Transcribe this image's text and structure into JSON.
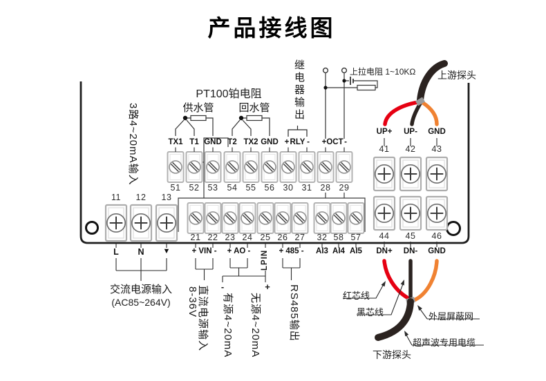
{
  "title": "产品接线图",
  "top": {
    "pt100": "PT100铂电阻",
    "supply_pipe": "供水管",
    "return_pipe": "回水管",
    "relay_output": "继电器输出",
    "pullup_resistor": "上拉电阻 1~10KΩ",
    "upstream_probe": "上游探头"
  },
  "left": {
    "analog_input": "3路4~20mA输入"
  },
  "terminal_rows": {
    "row1": {
      "labels": [
        "TX1",
        "T1",
        "GND",
        "T2",
        "TX2",
        "GND",
        "+",
        "-",
        "+",
        "-"
      ],
      "group_labels": [
        "RLY",
        "OCT"
      ],
      "numbers": [
        "51",
        "52",
        "53",
        "54",
        "55",
        "56",
        "30",
        "31",
        "28",
        "29"
      ]
    },
    "row2": {
      "numbers": [
        "21",
        "22",
        "23",
        "24",
        "25",
        "26",
        "27",
        "32",
        "58",
        "57"
      ],
      "group_labels": [
        "+ VIN -",
        "+ AO -",
        "+ 485 -"
      ],
      "ai_labels": [
        "AI3",
        "AI4",
        "AI5"
      ],
      "lpin": "LPIN"
    },
    "power": {
      "numbers": [
        "11",
        "12",
        "13"
      ],
      "labels": [
        "L",
        "N",
        "▼"
      ]
    },
    "upstream": {
      "labels": [
        "UP+",
        "UP-",
        "GND"
      ],
      "numbers": [
        "41",
        "42",
        "43"
      ]
    },
    "downstream": {
      "numbers": [
        "44",
        "45",
        "46"
      ],
      "labels": [
        "DN+",
        "DN-",
        "GND"
      ]
    }
  },
  "bottom": {
    "ac_line1": "交流电源输入",
    "ac_line2": "(AC85~264V)",
    "dc_line1": "直流电源输入",
    "dc_line2": "8-36V",
    "active_loop": "有源4~20mA",
    "passive_loop": "无源4~20mA",
    "rs485": "RS485输出",
    "minus": "-",
    "plus": "+"
  },
  "right_bottom": {
    "red_core": "红芯线",
    "black_core": "黑芯线",
    "shield": "外层屏蔽网",
    "cable": "超声波专用电缆",
    "downstream_probe": "下游探头"
  },
  "colors": {
    "red_wire": "#e60012",
    "orange_wire": "#f08232",
    "cable": "#2b2320",
    "band": "#9b9b9b",
    "line": "#2a2a2a"
  }
}
